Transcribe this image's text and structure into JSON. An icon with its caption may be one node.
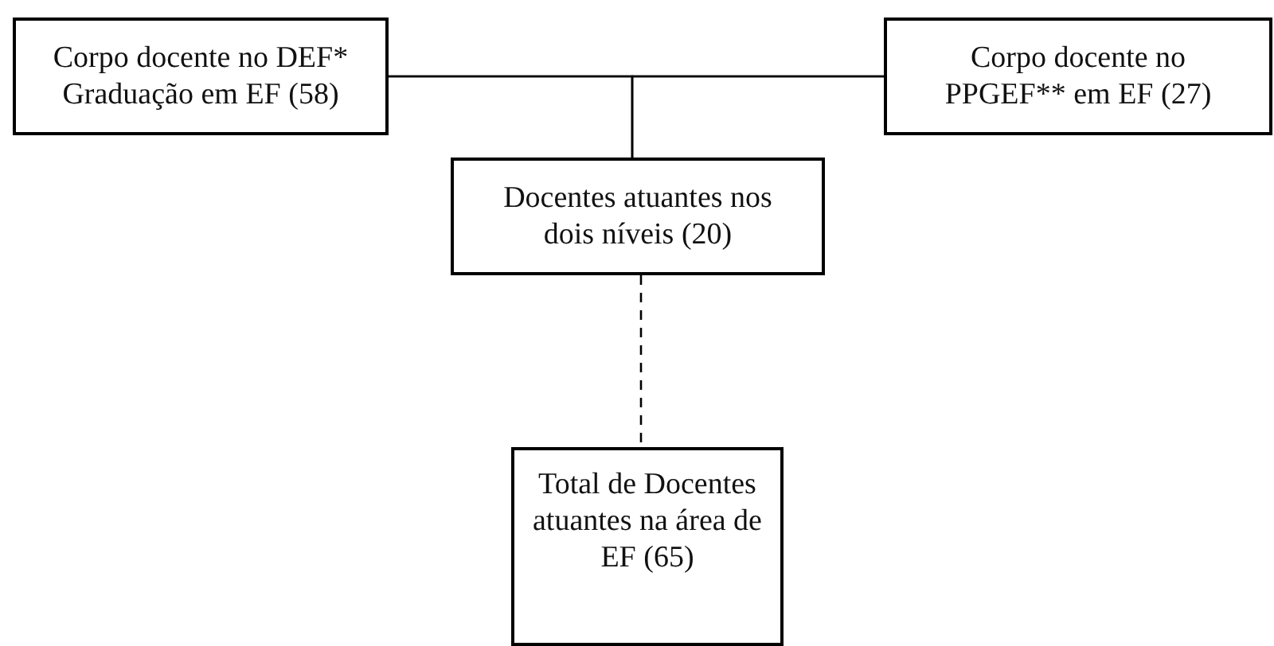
{
  "diagram": {
    "nodes": [
      {
        "text": [
          "Corpo docente no DEF* Graduação em EF (58)"
        ]
      },
      {
        "text": [
          "Corpo docente no PPGEF** em EF (27)"
        ]
      },
      {
        "text": [
          "Docentes atuantes nos dois níveis (20)"
        ]
      },
      {
        "text": [
          "Total de Docentes atuantes na área de EF (65)"
        ]
      }
    ],
    "edges": [
      {
        "from": 0,
        "to": 1,
        "arrow": "none"
      },
      {
        "from": 0,
        "to": 2,
        "arrow": "none"
      },
      {
        "from": 1,
        "to": 2,
        "arrow": "none"
      },
      {
        "from": 2,
        "to": 3,
        "arrow": "none",
        "style": "dashed"
      }
    ]
  }
}
